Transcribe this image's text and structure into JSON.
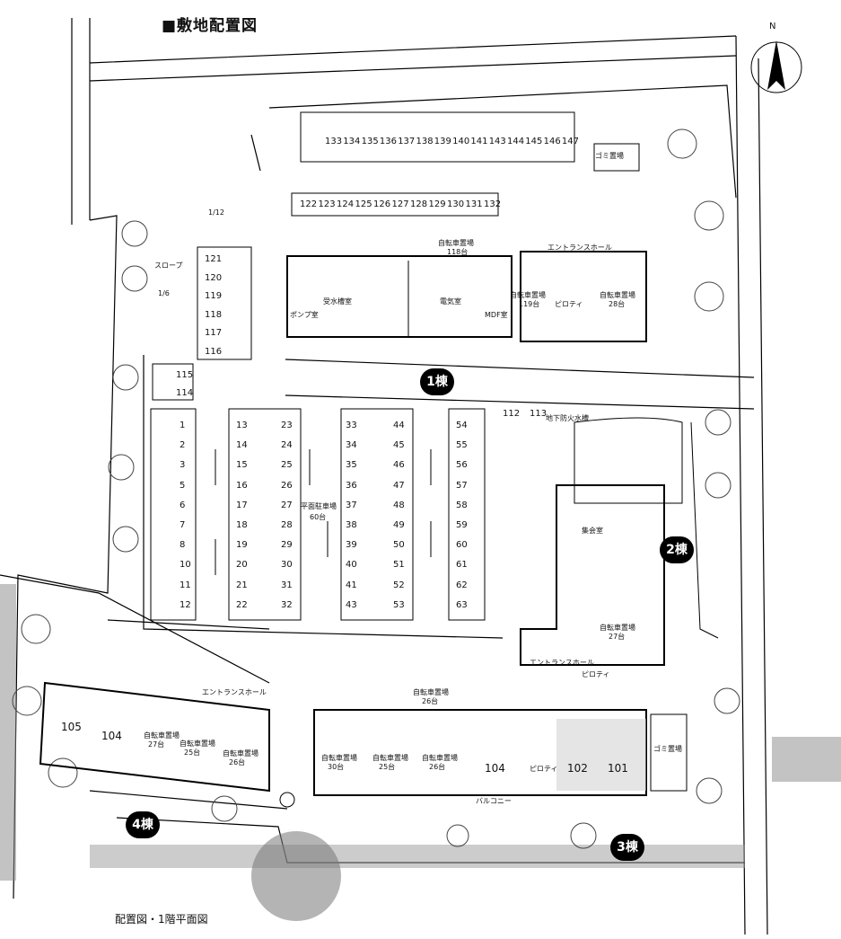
{
  "title": "■敷地配置図",
  "caption": "配置図・1階平面図",
  "compass": "N",
  "buildings": {
    "b1": "1棟",
    "b2": "2棟",
    "b3": "3棟",
    "b4": "4棟"
  },
  "rooms": {
    "water_tank": "受水槽室",
    "electric": "電気室",
    "pump": "ポンプ室",
    "mdf": "MDF室",
    "assembly": "集会室",
    "gomi1": "ゴミ置場",
    "gomi3": "ゴミ置場",
    "entrance1": "エントランスホール",
    "entrance2": "エントランスホール",
    "entrance4": "エントランスホール",
    "piloti1": "ピロティ",
    "piloti2": "ピロティ",
    "piloti3": "ピロティ",
    "flat_parking": "平面駐車場",
    "flat_parking_count": "60台",
    "bike1": "自転車置場",
    "bike1_count": "118台",
    "bike2": "自転車置場",
    "bike2_count": "119台",
    "bike3": "自転車置場",
    "bike3_count": "28台",
    "bike4": "自転車置場",
    "bike4_count": "27台",
    "bike5": "自転車置場",
    "bike5_count": "26台",
    "bike6": "自転車置場",
    "bike6_count": "27台",
    "bike7": "自転車置場",
    "bike7_count": "26台",
    "bike8": "自転車置場",
    "bike8_count": "30台",
    "bike9": "自転車置場",
    "bike9_count": "25台",
    "bike10": "自転車置場",
    "bike10_count": "26台",
    "bike11": "自転車置場",
    "bike11_count": "25台",
    "slope": "スロープ",
    "slope_grade": "1/6",
    "slope2": "1/12",
    "basement": "地下防火水槽",
    "unit_105": "105",
    "unit_104a": "104",
    "unit_104b": "104",
    "unit_102": "102",
    "unit_101": "101",
    "balcony": "バルコニー"
  },
  "parking": {
    "row_top1": [
      "133",
      "134",
      "135",
      "136",
      "137",
      "138",
      "139",
      "140",
      "141",
      "143",
      "144",
      "145",
      "146",
      "147"
    ],
    "row_top2": [
      "122",
      "123",
      "124",
      "125",
      "126",
      "127",
      "128",
      "129",
      "130",
      "131",
      "132"
    ],
    "col_slope": [
      "121",
      "120",
      "119",
      "118",
      "117",
      "116"
    ],
    "col_115": [
      "115",
      "114"
    ],
    "col_a": [
      "1",
      "2",
      "3",
      "5",
      "6",
      "7",
      "8",
      "10",
      "11",
      "12"
    ],
    "col_b1": [
      "13",
      "14",
      "15",
      "16",
      "17",
      "18",
      "19",
      "20",
      "21",
      "22"
    ],
    "col_b2": [
      "23",
      "24",
      "25",
      "26",
      "27",
      "28",
      "29",
      "30",
      "31",
      "32"
    ],
    "col_c1": [
      "33",
      "34",
      "35",
      "36",
      "37",
      "38",
      "39",
      "40",
      "41",
      "43"
    ],
    "col_c2": [
      "44",
      "45",
      "46",
      "47",
      "48",
      "49",
      "50",
      "51",
      "52",
      "53"
    ],
    "col_d": [
      "54",
      "55",
      "56",
      "57",
      "58",
      "59",
      "60",
      "61",
      "62",
      "63"
    ],
    "accessible": [
      "112",
      "113"
    ]
  }
}
